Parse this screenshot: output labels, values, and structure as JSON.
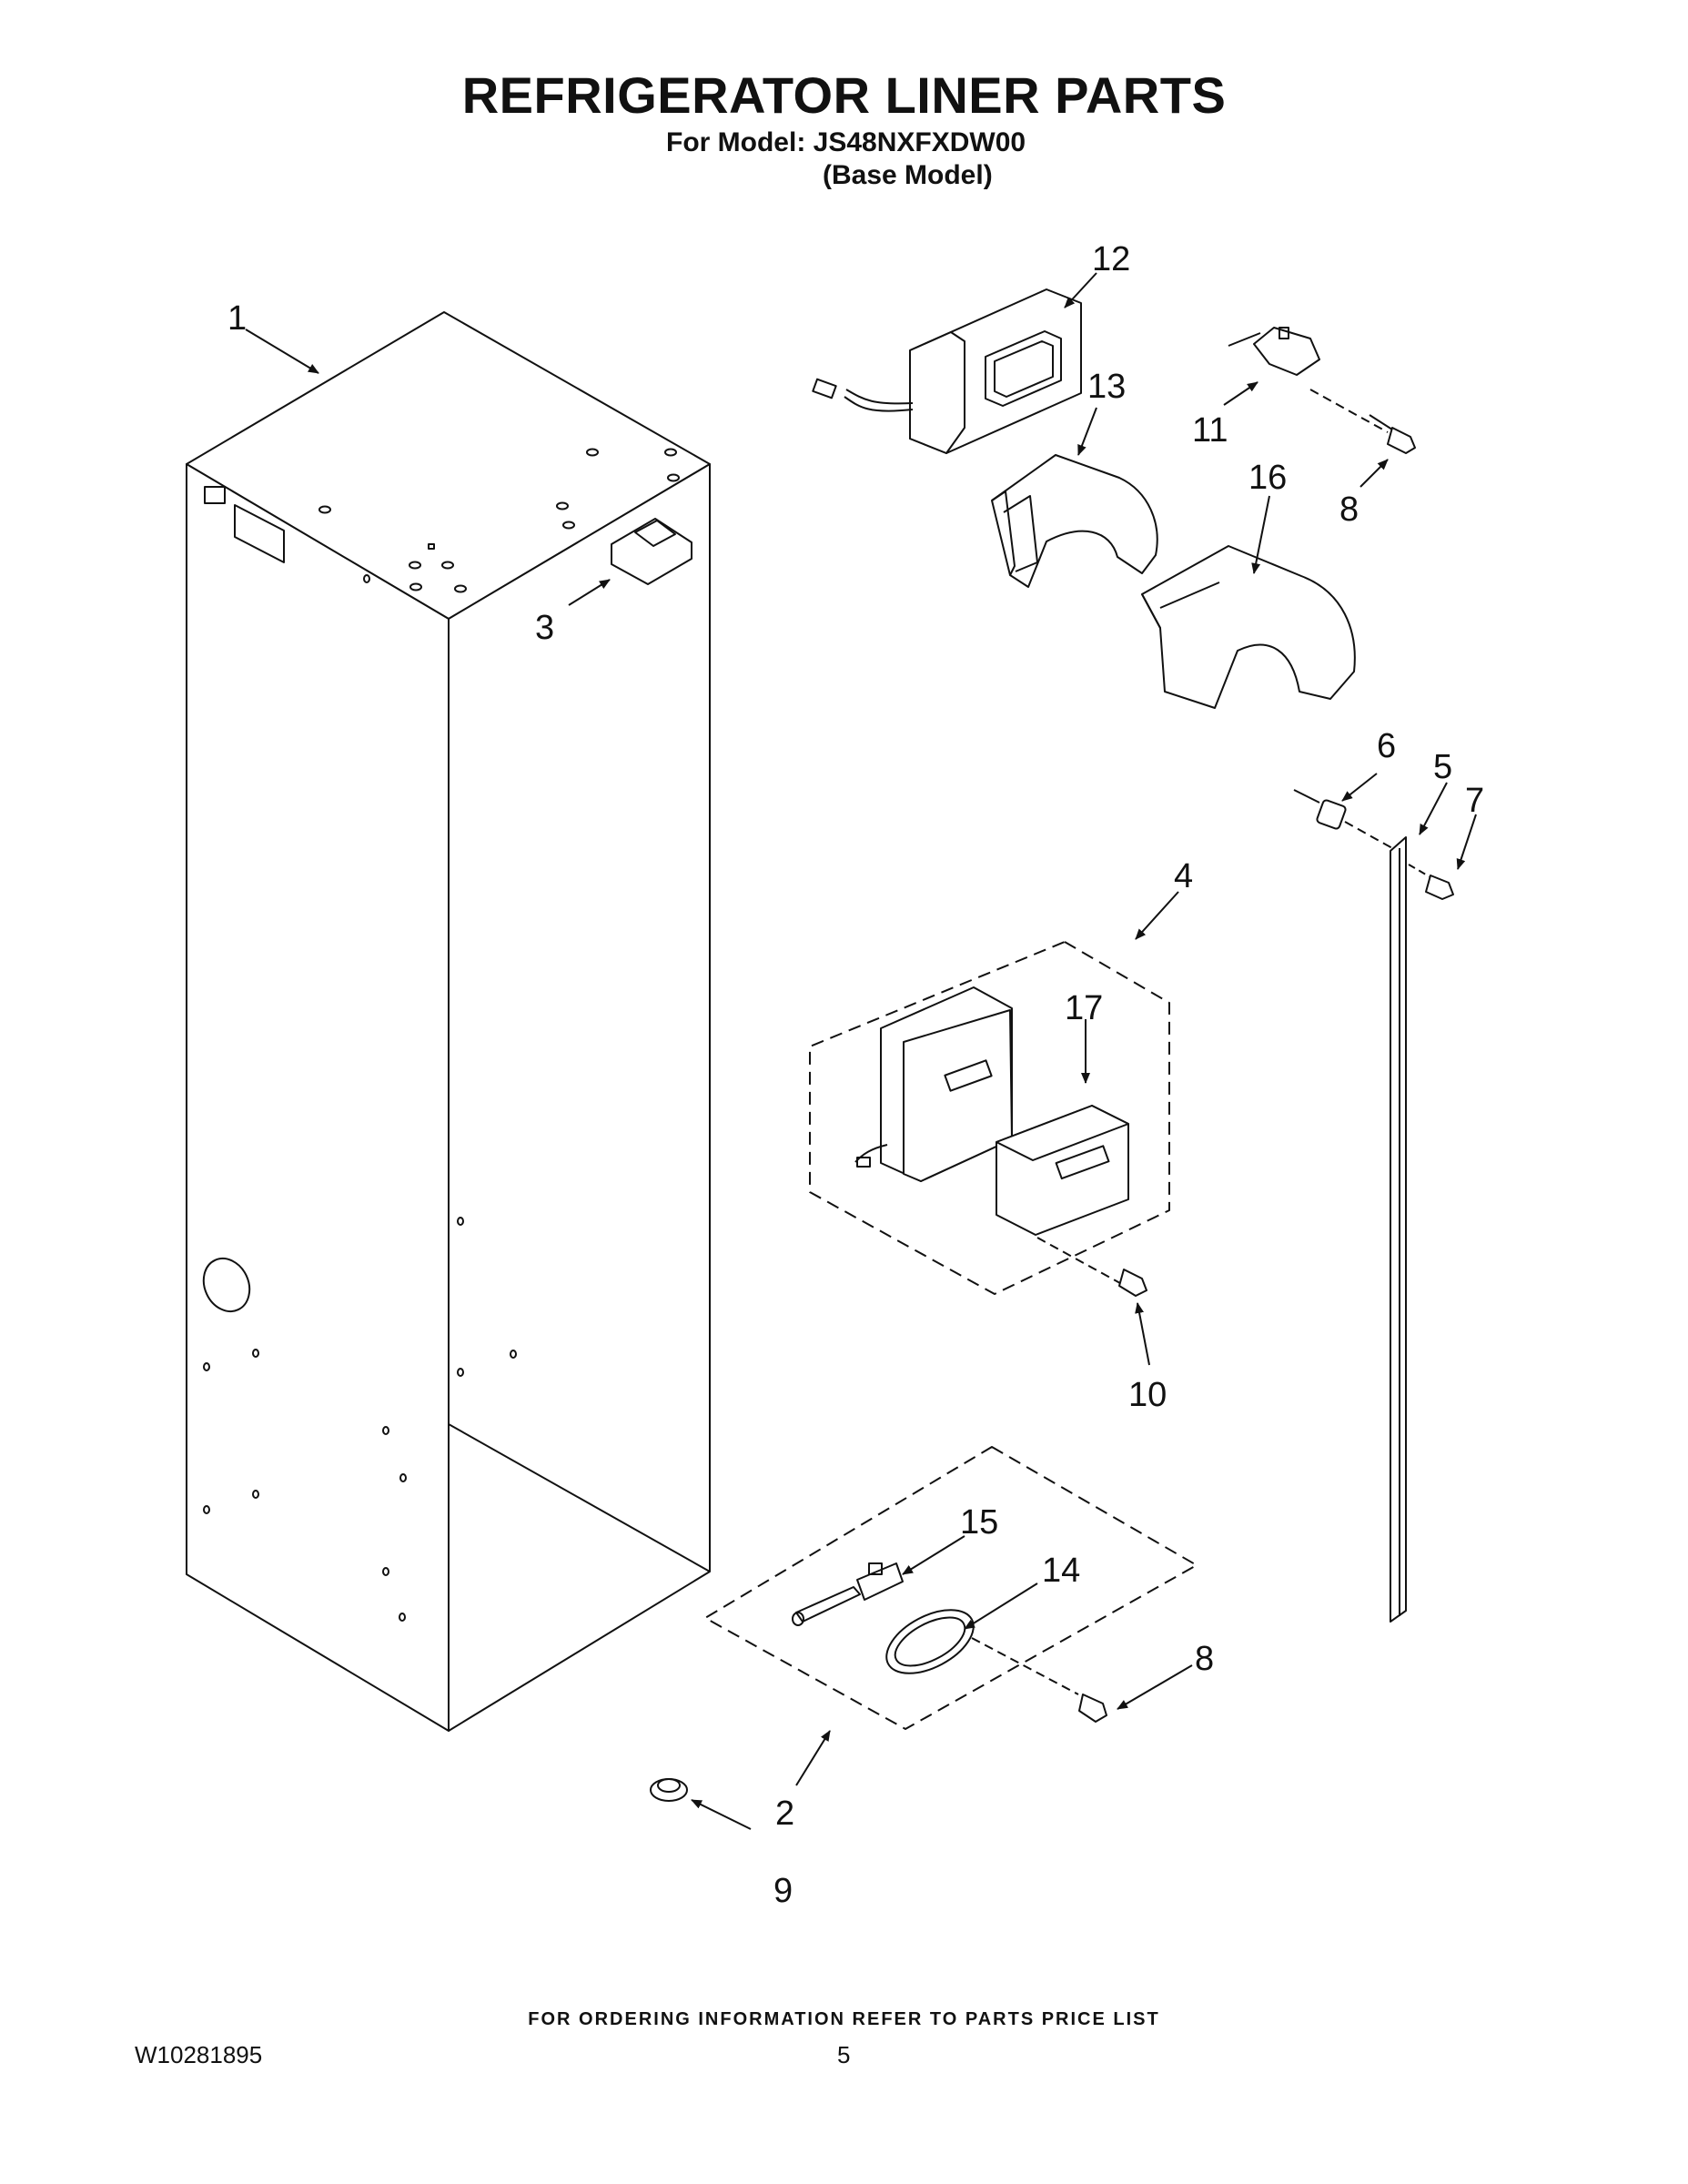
{
  "header": {
    "title": "REFRIGERATOR LINER PARTS",
    "model_line": "For Model: JS48NXFXDW00",
    "base_model": "(Base Model)"
  },
  "callouts": [
    "1",
    "2",
    "3",
    "4",
    "5",
    "6",
    "7",
    "8",
    "8",
    "9",
    "10",
    "11",
    "12",
    "13",
    "14",
    "15",
    "16",
    "17"
  ],
  "footer": {
    "ordering_info": "FOR ORDERING INFORMATION REFER TO PARTS PRICE LIST",
    "doc_number": "W10281895",
    "page_number": "5"
  }
}
